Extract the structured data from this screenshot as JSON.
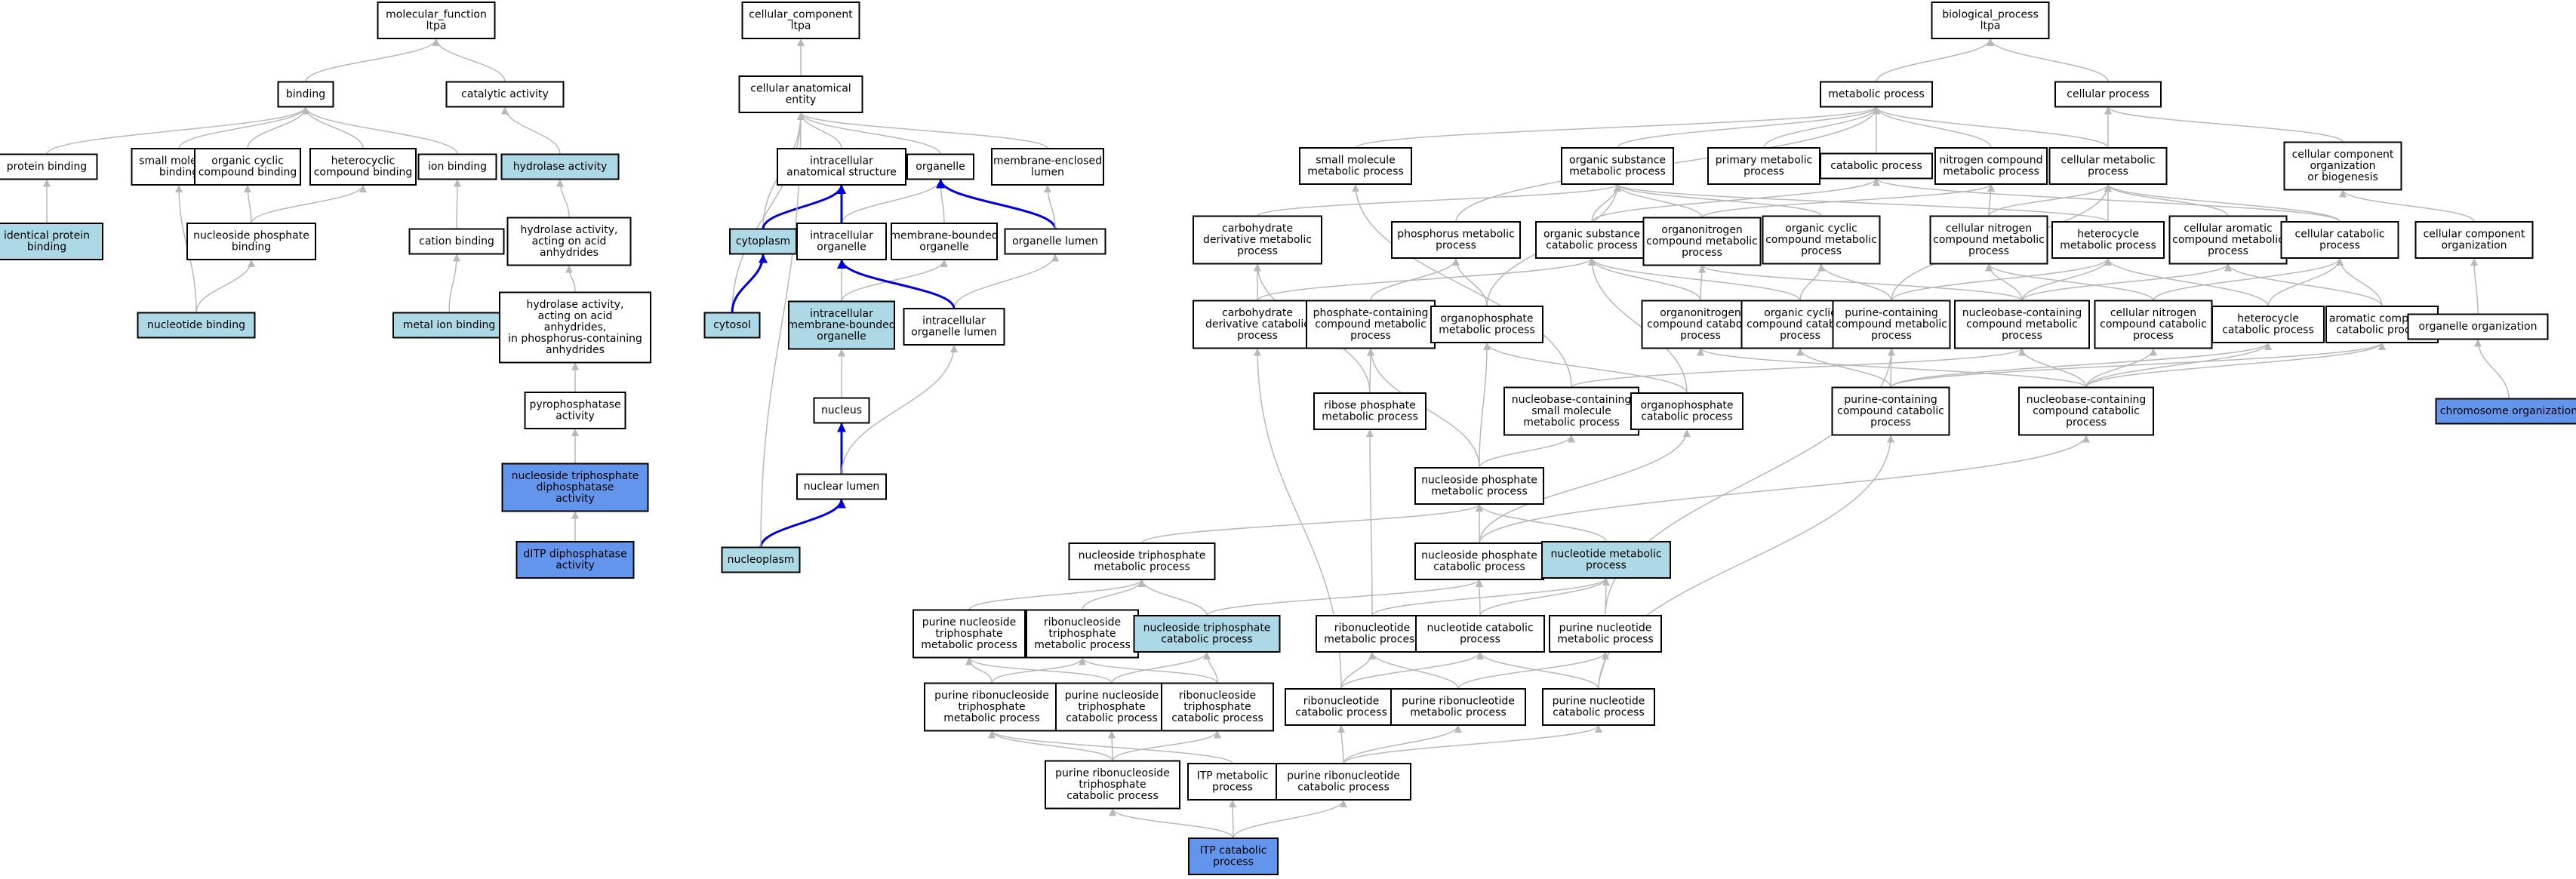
{
  "colors": {
    "plain": "#ffffff",
    "light": "#add8e6",
    "strong": "#6495ed",
    "edge": "#b8b8b8",
    "part_of": "#0000dd"
  },
  "nodes": {
    "mf": {
      "lines": [
        "molecular_function",
        "ltpa"
      ],
      "fill": "plain"
    },
    "binding": {
      "lines": [
        "binding"
      ],
      "fill": "plain"
    },
    "catalytic": {
      "lines": [
        "catalytic activity"
      ],
      "fill": "plain"
    },
    "protbind": {
      "lines": [
        "protein binding"
      ],
      "fill": "plain"
    },
    "smbind": {
      "lines": [
        "small molecule",
        "binding"
      ],
      "fill": "plain"
    },
    "orgcyc": {
      "lines": [
        "organic cyclic",
        "compound binding"
      ],
      "fill": "plain"
    },
    "hetbind": {
      "lines": [
        "heterocyclic",
        "compound binding"
      ],
      "fill": "plain"
    },
    "ionbind": {
      "lines": [
        "ion binding"
      ],
      "fill": "plain"
    },
    "hydrolase": {
      "lines": [
        "hydrolase activity"
      ],
      "fill": "light"
    },
    "idprot": {
      "lines": [
        "identical protein",
        "binding"
      ],
      "fill": "light"
    },
    "nucphosbind": {
      "lines": [
        "nucleoside phosphate",
        "binding"
      ],
      "fill": "plain"
    },
    "cationbind": {
      "lines": [
        "cation binding"
      ],
      "fill": "plain"
    },
    "hydanh": {
      "lines": [
        "hydrolase activity,",
        "acting on acid",
        "anhydrides"
      ],
      "fill": "plain"
    },
    "nucbind": {
      "lines": [
        "nucleotide binding"
      ],
      "fill": "light"
    },
    "metalion": {
      "lines": [
        "metal ion binding"
      ],
      "fill": "light"
    },
    "hydanhp": {
      "lines": [
        "hydrolase activity,",
        "acting on acid",
        "anhydrides,",
        "in phosphorus-containing",
        "anhydrides"
      ],
      "fill": "plain"
    },
    "pyro": {
      "lines": [
        "pyrophosphatase",
        "activity"
      ],
      "fill": "plain"
    },
    "ntpdp": {
      "lines": [
        "nucleoside triphosphate",
        "diphosphatase",
        "activity"
      ],
      "fill": "strong"
    },
    "ditp": {
      "lines": [
        "dITP diphosphatase",
        "activity"
      ],
      "fill": "strong"
    },
    "cc": {
      "lines": [
        "cellular_component",
        "ltpa"
      ],
      "fill": "plain"
    },
    "cae": {
      "lines": [
        "cellular anatomical",
        "entity"
      ],
      "fill": "plain"
    },
    "ias": {
      "lines": [
        "intracellular",
        "anatomical structure"
      ],
      "fill": "plain"
    },
    "organelle": {
      "lines": [
        "organelle"
      ],
      "fill": "plain"
    },
    "mel": {
      "lines": [
        "membrane-enclosed",
        "lumen"
      ],
      "fill": "plain"
    },
    "cytoplasm": {
      "lines": [
        "cytoplasm"
      ],
      "fill": "light"
    },
    "intorg": {
      "lines": [
        "intracellular",
        "organelle"
      ],
      "fill": "plain"
    },
    "mbo": {
      "lines": [
        "membrane-bounded",
        "organelle"
      ],
      "fill": "plain"
    },
    "orglumen": {
      "lines": [
        "organelle lumen"
      ],
      "fill": "plain"
    },
    "cytosol": {
      "lines": [
        "cytosol"
      ],
      "fill": "light"
    },
    "imbo": {
      "lines": [
        "intracellular",
        "membrane-bounded",
        "organelle"
      ],
      "fill": "light"
    },
    "iol": {
      "lines": [
        "intracellular",
        "organelle lumen"
      ],
      "fill": "plain"
    },
    "nucleus": {
      "lines": [
        "nucleus"
      ],
      "fill": "plain"
    },
    "nuclumen": {
      "lines": [
        "nuclear lumen"
      ],
      "fill": "plain"
    },
    "nucleoplasm": {
      "lines": [
        "nucleoplasm"
      ],
      "fill": "light"
    },
    "bp": {
      "lines": [
        "biological_process",
        "ltpa"
      ],
      "fill": "plain"
    },
    "metproc": {
      "lines": [
        "metabolic process"
      ],
      "fill": "plain"
    },
    "cellproc": {
      "lines": [
        "cellular process"
      ],
      "fill": "plain"
    },
    "smmp": {
      "lines": [
        "small molecule",
        "metabolic process"
      ],
      "fill": "plain"
    },
    "osmp": {
      "lines": [
        "organic substance",
        "metabolic process"
      ],
      "fill": "plain"
    },
    "pmp": {
      "lines": [
        "primary metabolic",
        "process"
      ],
      "fill": "plain"
    },
    "catproc": {
      "lines": [
        "catabolic process"
      ],
      "fill": "plain"
    },
    "ncmp": {
      "lines": [
        "nitrogen compound",
        "metabolic process"
      ],
      "fill": "plain"
    },
    "cmp": {
      "lines": [
        "cellular metabolic",
        "process"
      ],
      "fill": "plain"
    },
    "ccob": {
      "lines": [
        "cellular component",
        "organization",
        "or biogenesis"
      ],
      "fill": "plain"
    },
    "cdmp": {
      "lines": [
        "carbohydrate",
        "derivative metabolic",
        "process"
      ],
      "fill": "plain"
    },
    "phmp": {
      "lines": [
        "phosphorus metabolic",
        "process"
      ],
      "fill": "plain"
    },
    "oscp": {
      "lines": [
        "organic substance",
        "catabolic process"
      ],
      "fill": "plain"
    },
    "oncmp": {
      "lines": [
        "organonitrogen",
        "compound metabolic",
        "process"
      ],
      "fill": "plain"
    },
    "occmp": {
      "lines": [
        "organic cyclic",
        "compound metabolic",
        "process"
      ],
      "fill": "plain"
    },
    "cncmp": {
      "lines": [
        "cellular nitrogen",
        "compound metabolic",
        "process"
      ],
      "fill": "plain"
    },
    "hetmp": {
      "lines": [
        "heterocycle",
        "metabolic process"
      ],
      "fill": "plain"
    },
    "cacmp": {
      "lines": [
        "cellular aromatic",
        "compound metabolic",
        "process"
      ],
      "fill": "plain"
    },
    "ccatp": {
      "lines": [
        "cellular catabolic",
        "process"
      ],
      "fill": "plain"
    },
    "cco": {
      "lines": [
        "cellular component",
        "organization"
      ],
      "fill": "plain"
    },
    "cdcp": {
      "lines": [
        "carbohydrate",
        "derivative catabolic",
        "process"
      ],
      "fill": "plain"
    },
    "pccmp": {
      "lines": [
        "phosphate-containing",
        "compound metabolic",
        "process"
      ],
      "fill": "plain"
    },
    "opmp": {
      "lines": [
        "organophosphate",
        "metabolic process"
      ],
      "fill": "plain"
    },
    "onccp": {
      "lines": [
        "organonitrogen",
        "compound catabolic",
        "process"
      ],
      "fill": "plain"
    },
    "occcp": {
      "lines": [
        "organic cyclic",
        "compound catabolic",
        "process"
      ],
      "fill": "plain"
    },
    "puccmp": {
      "lines": [
        "purine-containing",
        "compound metabolic",
        "process"
      ],
      "fill": "plain"
    },
    "nbccmp": {
      "lines": [
        "nucleobase-containing",
        "compound metabolic",
        "process"
      ],
      "fill": "plain"
    },
    "cnccp": {
      "lines": [
        "cellular nitrogen",
        "compound catabolic",
        "process"
      ],
      "fill": "plain"
    },
    "hetcp": {
      "lines": [
        "heterocycle",
        "catabolic process"
      ],
      "fill": "plain"
    },
    "accp": {
      "lines": [
        "aromatic compound",
        "catabolic process"
      ],
      "fill": "plain"
    },
    "orgorg": {
      "lines": [
        "organelle organization"
      ],
      "fill": "plain"
    },
    "rpmp": {
      "lines": [
        "ribose phosphate",
        "metabolic process"
      ],
      "fill": "plain"
    },
    "nbcsmmp": {
      "lines": [
        "nucleobase-containing",
        "small molecule",
        "metabolic process"
      ],
      "fill": "plain"
    },
    "opcp": {
      "lines": [
        "organophosphate",
        "catabolic process"
      ],
      "fill": "plain"
    },
    "puccp": {
      "lines": [
        "purine-containing",
        "compound catabolic",
        "process"
      ],
      "fill": "plain"
    },
    "nbccp": {
      "lines": [
        "nucleobase-containing",
        "compound catabolic",
        "process"
      ],
      "fill": "plain"
    },
    "chromorg": {
      "lines": [
        "chromosome organization"
      ],
      "fill": "strong"
    },
    "nspmp": {
      "lines": [
        "nucleoside phosphate",
        "metabolic process"
      ],
      "fill": "plain"
    },
    "ntpmp": {
      "lines": [
        "nucleoside triphosphate",
        "metabolic process"
      ],
      "fill": "plain"
    },
    "nspcp": {
      "lines": [
        "nucleoside phosphate",
        "catabolic process"
      ],
      "fill": "plain"
    },
    "ntdmp": {
      "lines": [
        "nucleotide metabolic",
        "process"
      ],
      "fill": "light"
    },
    "puntpmp": {
      "lines": [
        "purine nucleoside",
        "triphosphate",
        "metabolic process"
      ],
      "fill": "plain"
    },
    "rntpmp": {
      "lines": [
        "ribonucleoside",
        "triphosphate",
        "metabolic process"
      ],
      "fill": "plain"
    },
    "ntpcp": {
      "lines": [
        "nucleoside triphosphate",
        "catabolic process"
      ],
      "fill": "light"
    },
    "rnmp": {
      "lines": [
        "ribonucleotide",
        "metabolic process"
      ],
      "fill": "plain"
    },
    "ntcp": {
      "lines": [
        "nucleotide catabolic",
        "process"
      ],
      "fill": "plain"
    },
    "punmp": {
      "lines": [
        "purine nucleotide",
        "metabolic process"
      ],
      "fill": "plain"
    },
    "prntpmp": {
      "lines": [
        "purine ribonucleoside",
        "triphosphate",
        "metabolic process"
      ],
      "fill": "plain"
    },
    "puntpcp": {
      "lines": [
        "purine nucleoside",
        "triphosphate",
        "catabolic process"
      ],
      "fill": "plain"
    },
    "rntpcp": {
      "lines": [
        "ribonucleoside",
        "triphosphate",
        "catabolic process"
      ],
      "fill": "plain"
    },
    "rncp": {
      "lines": [
        "ribonucleotide",
        "catabolic process"
      ],
      "fill": "plain"
    },
    "purnmp": {
      "lines": [
        "purine ribonucleotide",
        "metabolic process"
      ],
      "fill": "plain"
    },
    "puncp": {
      "lines": [
        "purine nucleotide",
        "catabolic process"
      ],
      "fill": "plain"
    },
    "prntpcp": {
      "lines": [
        "purine ribonucleoside",
        "triphosphate",
        "catabolic process"
      ],
      "fill": "plain"
    },
    "itpmp": {
      "lines": [
        "ITP metabolic",
        "process"
      ],
      "fill": "plain"
    },
    "purncp": {
      "lines": [
        "purine ribonucleotide",
        "catabolic process"
      ],
      "fill": "plain"
    },
    "itpcp": {
      "lines": [
        "ITP catabolic",
        "process"
      ],
      "fill": "strong"
    }
  },
  "edges": [
    [
      "binding",
      "mf",
      "is_a"
    ],
    [
      "catalytic",
      "mf",
      "is_a"
    ],
    [
      "protbind",
      "binding",
      "is_a"
    ],
    [
      "smbind",
      "binding",
      "is_a"
    ],
    [
      "orgcyc",
      "binding",
      "is_a"
    ],
    [
      "hetbind",
      "binding",
      "is_a"
    ],
    [
      "ionbind",
      "binding",
      "is_a"
    ],
    [
      "hydrolase",
      "catalytic",
      "is_a"
    ],
    [
      "idprot",
      "protbind",
      "is_a"
    ],
    [
      "nucphosbind",
      "orgcyc",
      "is_a"
    ],
    [
      "nucphosbind",
      "hetbind",
      "is_a"
    ],
    [
      "cationbind",
      "ionbind",
      "is_a"
    ],
    [
      "hydanh",
      "hydrolase",
      "is_a"
    ],
    [
      "nucbind",
      "smbind",
      "is_a"
    ],
    [
      "nucbind",
      "nucphosbind",
      "is_a"
    ],
    [
      "metalion",
      "cationbind",
      "is_a"
    ],
    [
      "hydanhp",
      "hydanh",
      "is_a"
    ],
    [
      "pyro",
      "hydanhp",
      "is_a"
    ],
    [
      "ntpdp",
      "pyro",
      "is_a"
    ],
    [
      "ditp",
      "ntpdp",
      "is_a"
    ],
    [
      "cae",
      "cc",
      "is_a"
    ],
    [
      "ias",
      "cae",
      "is_a"
    ],
    [
      "organelle",
      "cae",
      "is_a"
    ],
    [
      "mel",
      "cae",
      "is_a"
    ],
    [
      "cytoplasm",
      "cae",
      "is_a"
    ],
    [
      "cytoplasm",
      "ias",
      "part_of"
    ],
    [
      "intorg",
      "organelle",
      "is_a"
    ],
    [
      "intorg",
      "ias",
      "part_of"
    ],
    [
      "mbo",
      "organelle",
      "is_a"
    ],
    [
      "orglumen",
      "organelle",
      "part_of"
    ],
    [
      "orglumen",
      "mel",
      "is_a"
    ],
    [
      "cytosol",
      "cae",
      "is_a"
    ],
    [
      "cytosol",
      "cytoplasm",
      "part_of"
    ],
    [
      "imbo",
      "intorg",
      "is_a"
    ],
    [
      "imbo",
      "mbo",
      "is_a"
    ],
    [
      "iol",
      "orglumen",
      "is_a"
    ],
    [
      "iol",
      "intorg",
      "part_of"
    ],
    [
      "nucleus",
      "imbo",
      "is_a"
    ],
    [
      "nuclumen",
      "nucleus",
      "part_of"
    ],
    [
      "nuclumen",
      "iol",
      "is_a"
    ],
    [
      "nucleoplasm",
      "nuclumen",
      "part_of"
    ],
    [
      "nucleoplasm",
      "cae",
      "is_a"
    ],
    [
      "metproc",
      "bp",
      "is_a"
    ],
    [
      "cellproc",
      "bp",
      "is_a"
    ],
    [
      "smmp",
      "metproc",
      "is_a"
    ],
    [
      "osmp",
      "metproc",
      "is_a"
    ],
    [
      "pmp",
      "metproc",
      "is_a"
    ],
    [
      "catproc",
      "metproc",
      "is_a"
    ],
    [
      "ncmp",
      "metproc",
      "is_a"
    ],
    [
      "cmp",
      "metproc",
      "is_a"
    ],
    [
      "cmp",
      "cellproc",
      "is_a"
    ],
    [
      "ccob",
      "cellproc",
      "is_a"
    ],
    [
      "cdmp",
      "osmp",
      "is_a"
    ],
    [
      "phmp",
      "metproc",
      "is_a"
    ],
    [
      "oscp",
      "osmp",
      "is_a"
    ],
    [
      "oscp",
      "catproc",
      "is_a"
    ],
    [
      "oncmp",
      "osmp",
      "is_a"
    ],
    [
      "oncmp",
      "ncmp",
      "is_a"
    ],
    [
      "occmp",
      "osmp",
      "is_a"
    ],
    [
      "cncmp",
      "cmp",
      "is_a"
    ],
    [
      "cncmp",
      "ncmp",
      "is_a"
    ],
    [
      "hetmp",
      "osmp",
      "is_a"
    ],
    [
      "hetmp",
      "cmp",
      "is_a"
    ],
    [
      "cacmp",
      "cmp",
      "is_a"
    ],
    [
      "ccatp",
      "cmp",
      "is_a"
    ],
    [
      "ccatp",
      "catproc",
      "is_a"
    ],
    [
      "cco",
      "ccob",
      "is_a"
    ],
    [
      "cdcp",
      "cdmp",
      "is_a"
    ],
    [
      "cdcp",
      "oscp",
      "is_a"
    ],
    [
      "pccmp",
      "phmp",
      "is_a"
    ],
    [
      "opmp",
      "phmp",
      "is_a"
    ],
    [
      "opmp",
      "osmp",
      "is_a"
    ],
    [
      "onccp",
      "oncmp",
      "is_a"
    ],
    [
      "onccp",
      "oscp",
      "is_a"
    ],
    [
      "occcp",
      "occmp",
      "is_a"
    ],
    [
      "occcp",
      "oscp",
      "is_a"
    ],
    [
      "puccmp",
      "occmp",
      "is_a"
    ],
    [
      "puccmp",
      "hetmp",
      "is_a"
    ],
    [
      "puccmp",
      "cmp",
      "is_a"
    ],
    [
      "nbccmp",
      "oncmp",
      "is_a"
    ],
    [
      "nbccmp",
      "cncmp",
      "is_a"
    ],
    [
      "nbccmp",
      "hetmp",
      "is_a"
    ],
    [
      "nbccmp",
      "cacmp",
      "is_a"
    ],
    [
      "cnccp",
      "cncmp",
      "is_a"
    ],
    [
      "cnccp",
      "ccatp",
      "is_a"
    ],
    [
      "hetcp",
      "hetmp",
      "is_a"
    ],
    [
      "hetcp",
      "ccatp",
      "is_a"
    ],
    [
      "accp",
      "cacmp",
      "is_a"
    ],
    [
      "accp",
      "ccatp",
      "is_a"
    ],
    [
      "orgorg",
      "cco",
      "is_a"
    ],
    [
      "rpmp",
      "cdmp",
      "is_a"
    ],
    [
      "rpmp",
      "pccmp",
      "is_a"
    ],
    [
      "nbcsmmp",
      "smmp",
      "is_a"
    ],
    [
      "nbcsmmp",
      "nbccmp",
      "is_a"
    ],
    [
      "opcp",
      "opmp",
      "is_a"
    ],
    [
      "opcp",
      "oscp",
      "is_a"
    ],
    [
      "puccp",
      "puccmp",
      "is_a"
    ],
    [
      "puccp",
      "occcp",
      "is_a"
    ],
    [
      "puccp",
      "hetcp",
      "is_a"
    ],
    [
      "puccp",
      "accp",
      "is_a"
    ],
    [
      "nbccp",
      "nbccmp",
      "is_a"
    ],
    [
      "nbccp",
      "cnccp",
      "is_a"
    ],
    [
      "nbccp",
      "hetcp",
      "is_a"
    ],
    [
      "nbccp",
      "accp",
      "is_a"
    ],
    [
      "nbccp",
      "onccp",
      "is_a"
    ],
    [
      "chromorg",
      "orgorg",
      "is_a"
    ],
    [
      "nspmp",
      "opmp",
      "is_a"
    ],
    [
      "nspmp",
      "nbcsmmp",
      "is_a"
    ],
    [
      "nspmp",
      "pccmp",
      "is_a"
    ],
    [
      "ntpmp",
      "nspmp",
      "is_a"
    ],
    [
      "nspcp",
      "nspmp",
      "is_a"
    ],
    [
      "nspcp",
      "opcp",
      "is_a"
    ],
    [
      "nspcp",
      "nbccp",
      "is_a"
    ],
    [
      "ntdmp",
      "nspmp",
      "is_a"
    ],
    [
      "puntpmp",
      "ntpmp",
      "is_a"
    ],
    [
      "rntpmp",
      "ntpmp",
      "is_a"
    ],
    [
      "ntpcp",
      "ntpmp",
      "is_a"
    ],
    [
      "ntpcp",
      "nspcp",
      "is_a"
    ],
    [
      "rnmp",
      "ntdmp",
      "is_a"
    ],
    [
      "rnmp",
      "rpmp",
      "is_a"
    ],
    [
      "ntcp",
      "ntdmp",
      "is_a"
    ],
    [
      "ntcp",
      "nspcp",
      "is_a"
    ],
    [
      "punmp",
      "ntdmp",
      "is_a"
    ],
    [
      "punmp",
      "puccmp",
      "is_a"
    ],
    [
      "prntpmp",
      "puntpmp",
      "is_a"
    ],
    [
      "prntpmp",
      "rntpmp",
      "is_a"
    ],
    [
      "puntpcp",
      "puntpmp",
      "is_a"
    ],
    [
      "puntpcp",
      "ntpcp",
      "is_a"
    ],
    [
      "rntpcp",
      "rntpmp",
      "is_a"
    ],
    [
      "rntpcp",
      "ntpcp",
      "is_a"
    ],
    [
      "rncp",
      "rnmp",
      "is_a"
    ],
    [
      "rncp",
      "ntcp",
      "is_a"
    ],
    [
      "rncp",
      "cdcp",
      "is_a"
    ],
    [
      "purnmp",
      "rnmp",
      "is_a"
    ],
    [
      "purnmp",
      "punmp",
      "is_a"
    ],
    [
      "puncp",
      "punmp",
      "is_a"
    ],
    [
      "puncp",
      "ntcp",
      "is_a"
    ],
    [
      "puncp",
      "puccp",
      "is_a"
    ],
    [
      "prntpcp",
      "prntpmp",
      "is_a"
    ],
    [
      "prntpcp",
      "puntpcp",
      "is_a"
    ],
    [
      "prntpcp",
      "rntpcp",
      "is_a"
    ],
    [
      "itpmp",
      "prntpmp",
      "is_a"
    ],
    [
      "purncp",
      "purnmp",
      "is_a"
    ],
    [
      "purncp",
      "rncp",
      "is_a"
    ],
    [
      "purncp",
      "puncp",
      "is_a"
    ],
    [
      "itpcp",
      "prntpcp",
      "is_a"
    ],
    [
      "itpcp",
      "itpmp",
      "is_a"
    ],
    [
      "itpcp",
      "purncp",
      "is_a"
    ]
  ]
}
